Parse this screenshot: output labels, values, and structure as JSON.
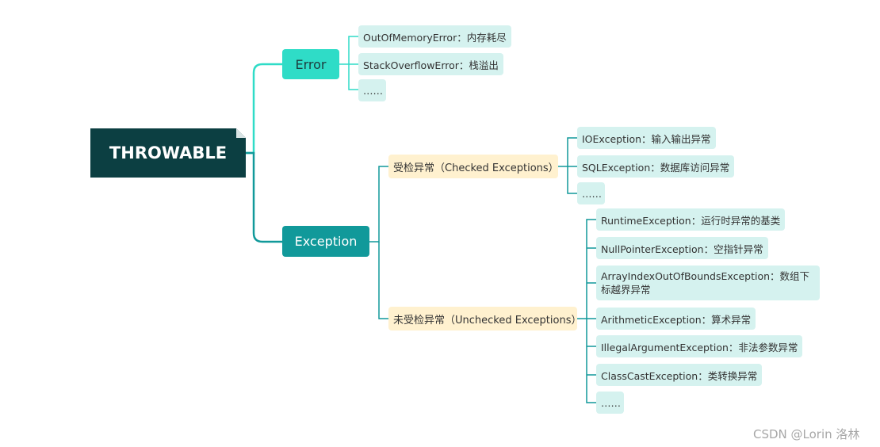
{
  "root": {
    "label": "THROWABLE"
  },
  "error": {
    "label": "Error",
    "items": [
      "OutOfMemoryError：内存耗尽",
      "StackOverflowError：栈溢出",
      "……"
    ]
  },
  "exception": {
    "label": "Exception",
    "checked": {
      "label": "受检异常（Checked Exceptions）",
      "items": [
        "IOException：输入输出异常",
        "SQLException：数据库访问异常",
        "……"
      ]
    },
    "unchecked": {
      "label": "未受检异常（Unchecked Exceptions）",
      "items": [
        "RuntimeException：运行时异常的基类",
        "NullPointerException：空指针异常",
        "ArrayIndexOutOfBoundsException：数组下标越界异常",
        "ArithmeticException：算术异常",
        "IllegalArgumentException：非法参数异常",
        "ClassCastException：类转换异常",
        "……"
      ]
    }
  },
  "watermark": "CSDN @Lorin 洛林",
  "colors": {
    "root": "#0c3f42",
    "error": "#2fdcc7",
    "exception": "#11999a",
    "category": "#fff1cf",
    "leaf": "#d5f2ef"
  }
}
